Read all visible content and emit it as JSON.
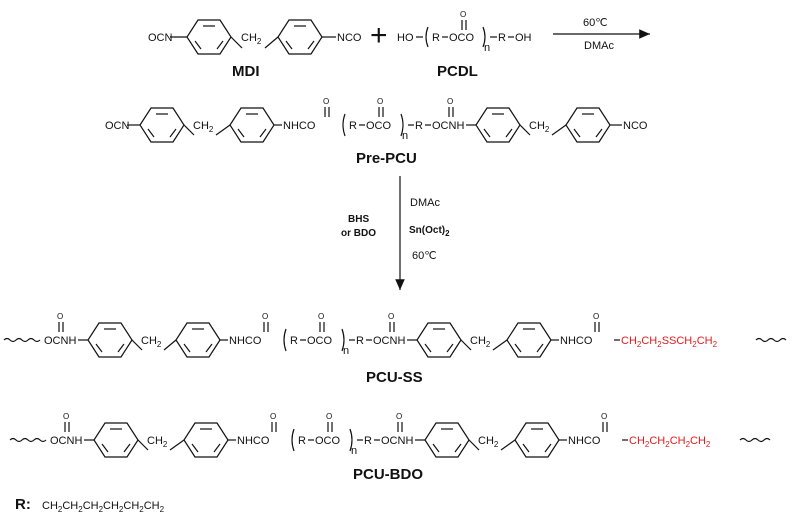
{
  "reaction1": {
    "mdi_label": "MDI",
    "pcdl_label": "PCDL",
    "plus": "+",
    "temp": "60℃",
    "solvent": "DMAc",
    "ocn": "OCN",
    "nco": "NCO",
    "ch2": "CH",
    "ho": "HO",
    "oh": "OH",
    "r": "R",
    "oco": "OCO",
    "n": "n",
    "o": "O"
  },
  "reaction2": {
    "prepcu_label": "Pre-PCU",
    "nhco": "NHCO",
    "ocnh": "OCNH"
  },
  "step2": {
    "solvent": "DMAc",
    "chain_extender": "BHS",
    "chain_extender2": "or BDO",
    "catalyst": "Sn(Oct)",
    "catalyst_sub": "2",
    "temp": "60℃"
  },
  "pcu_ss": {
    "label": "PCU-SS",
    "ocnh": "OCNH",
    "segment": "CH2CH2SSCH2CH2",
    "segment_parts": [
      "CH",
      "2",
      "CH",
      "2",
      "SSCH",
      "2",
      "CH",
      "2"
    ]
  },
  "pcu_bdo": {
    "label": "PCU-BDO",
    "segment": "CH2CH2CH2CH2",
    "segment_parts": [
      "CH",
      "2",
      "CH",
      "2",
      "CH",
      "2",
      "CH",
      "2"
    ]
  },
  "r_def": {
    "label": "R:",
    "formula": "CH2CH2CH2CH2CH2CH2",
    "formula_parts": [
      "CH",
      "2",
      "CH",
      "2",
      "CH",
      "2",
      "CH",
      "2",
      "CH",
      "2",
      "CH",
      "2"
    ]
  },
  "colors": {
    "text": "#111111",
    "highlight": "#e21b1b"
  }
}
